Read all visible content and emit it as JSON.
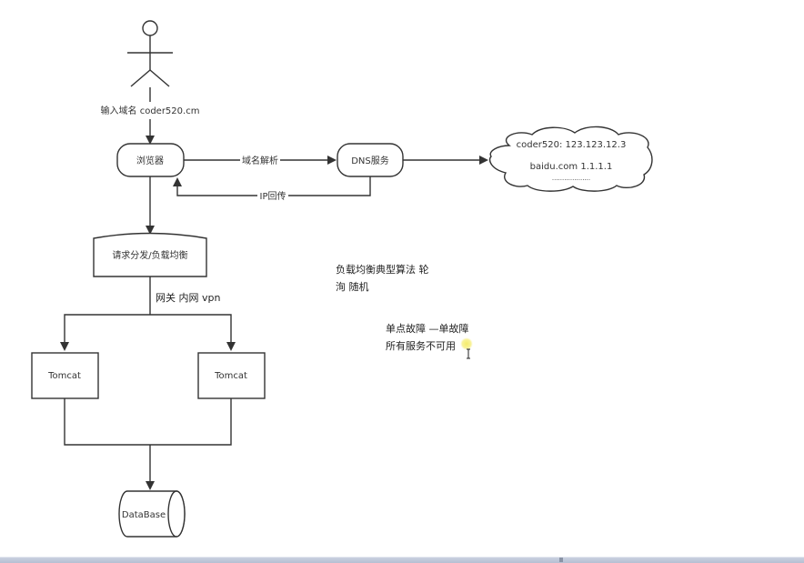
{
  "diagram": {
    "actor_label": "输入域名 coder520.cm",
    "browser_label": "浏览器",
    "dns_service_label": "DNS服务",
    "edge_domain_resolve": "域名解析",
    "edge_ip_return": "IP回传",
    "dns_records": {
      "line1": "coder520: 123.123.12.3",
      "line2": "baidu.com 1.1.1.1",
      "line3": "..................."
    },
    "load_balancer_label": "请求分发/负载均衡",
    "gateway_label": "网关 内网 vpn",
    "tomcat_left_label": "Tomcat",
    "tomcat_right_label": "Tomcat",
    "database_label": "DataBase"
  },
  "notes": {
    "algorithm_line1": "负载均衡典型算法 轮",
    "algorithm_line2": "洵  随机",
    "failure_line1": "单点故障 —单故障",
    "failure_line2": "所有服务不可用"
  },
  "colors": {
    "stroke": "#333333",
    "cursor_highlight": "#f5ec6a"
  }
}
